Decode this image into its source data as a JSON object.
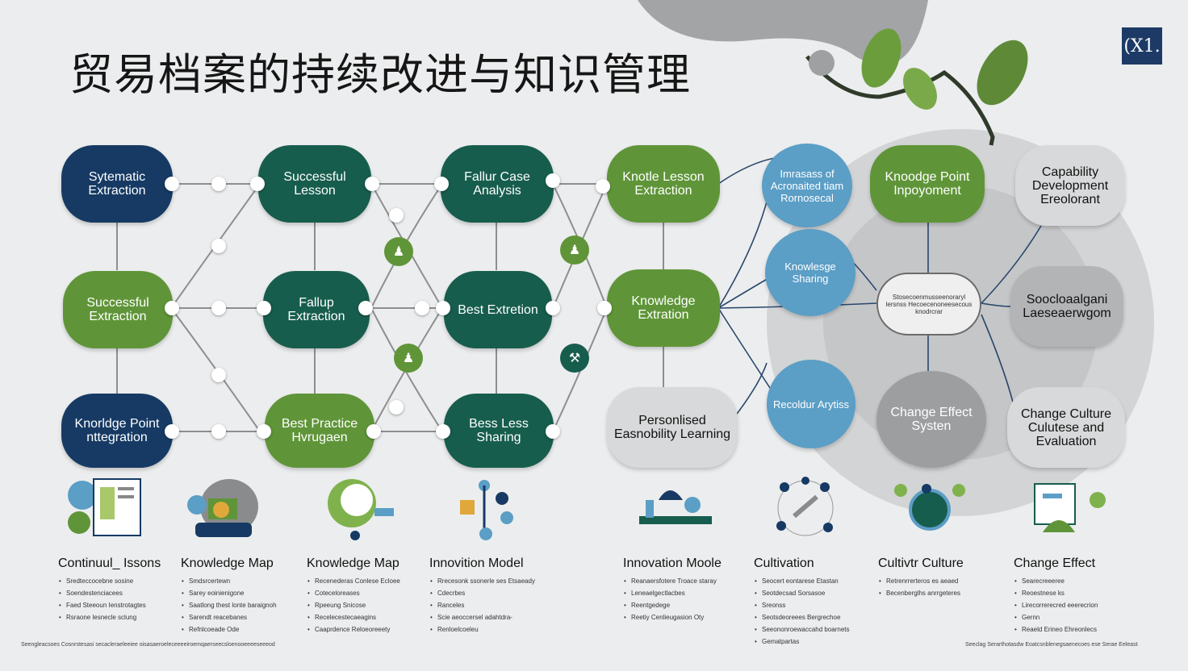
{
  "title": "贸易档案的持续改进与知识管理",
  "logo_text": "(X1.",
  "colors": {
    "navy": "#163a64",
    "teal": "#175d4e",
    "green": "#5f9538",
    "blue": "#5b9ec6",
    "gray": "#b3b4b6"
  },
  "nodes": {
    "n1": "Sytematic Extraction",
    "n2": "Successful Lesson",
    "n3": "Fallur Case Analysis",
    "n4": "Knotle Lesson Extraction",
    "n5": "Imrasass of Acronaited tiam Rornosecal",
    "n6": "Knoodge Point Inpoyoment",
    "n7": "Capability Development Ereolorant",
    "n8": "Successful Extraction",
    "n9": "Fallup Extraction",
    "n10": "Best Extretion",
    "n11": "Knowledge Extration",
    "n12": "Knowlesge Sharing",
    "n13": "Soocloaalgani Laeseaerwgom",
    "n14": "Knorldge Point nttegration",
    "n15": "Best Practice Hvrugaen",
    "n16": "Bess Less Sharing",
    "n17": "Personlised Easnobility Learning",
    "n18": "Recoldur Arytiss",
    "n19": "Change Effect Systen",
    "n20": "Change Culture Culutese and Evaluation"
  },
  "hub_text": "Stosecoenmusseenoraryl lersnss Hecoecenoneesecous knodrcrar",
  "columns": [
    {
      "title": "Continuul_ Issons",
      "items": [
        "Sredteccocebne sosine",
        "Soendestenciacees",
        "Faed Steeoun Ienstrotagtes",
        "Rsraone lesnecle sclung"
      ]
    },
    {
      "title": "Knowledge Map",
      "items": [
        "Smdsrcertewn",
        "Sarey eoinienigone",
        "Saatlong thest lonte baraignoh",
        "Sarendt reacebanes",
        "Refnlcoeade Ode"
      ]
    },
    {
      "title": "Knowledge Map",
      "items": [
        "Recenederas Conlese Ecloee",
        "Coteceloreases",
        "Rpeeung Snicose",
        "Recelecestecaeagins",
        "Caaprdence Reloeoreeety"
      ]
    },
    {
      "title": "Innovition Model",
      "items": [
        "Rrecesonk ssonerle ses Etsaeady",
        "Cdecrbes",
        "Ranceles",
        "Scie aeoccersel adahtdra-",
        "Renloelcoeleu"
      ]
    },
    {
      "title": "Innovation Moole",
      "items": [
        "Reanaersfotere Troace staray",
        "Leneaelgectlacbes",
        "Reentgedege",
        "Reetiy Cenlieugasion Oty"
      ]
    },
    {
      "title": "Cultivation",
      "items": [
        "Seocert eontarese Etastan",
        "Seotdecsad Sorsasoe",
        "Sreonss",
        "Seotsdeoreees Bergrechoe",
        "Seeononroewaccahd boarnets",
        "Gematpartas"
      ]
    },
    {
      "title": "Cultivtr Culture",
      "items": [
        "Retrenrrerteros es aeaed",
        "Becenberglhs anrrgeteres"
      ]
    },
    {
      "title": "Change Effect",
      "items": [
        "Searecreeeree",
        "Reoestnese ks",
        "Lirecorrerecred eeerecrion",
        "Gernn",
        "Reaeld Erineo Ehreonlecs"
      ]
    }
  ],
  "footer_left": "Seengleacsoes Cosnrstesasi secacleraeleeiee oisasaeroeleceeeeiroemqaerseecsloenooeeeeseeeod",
  "footer_right": "Seeclag Serarthotasdw Eoatcsnblenegsaenecoes ese Serae Eeleast"
}
